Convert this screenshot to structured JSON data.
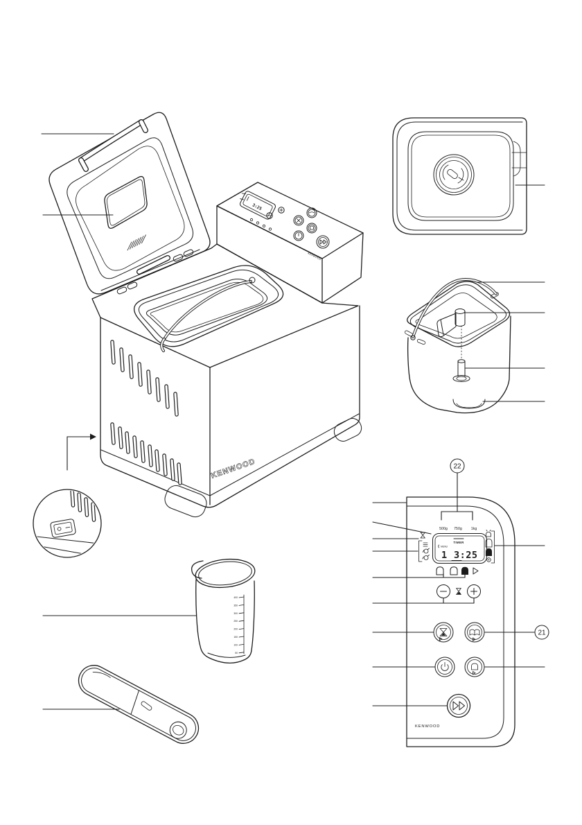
{
  "ink": "#1c1c1c",
  "machine": {
    "side_brand": "KENWOOD",
    "panel_brand": "KENWOOD",
    "display_time": "3:25"
  },
  "panel": {
    "ref_22": "22",
    "ref_21": "21",
    "weights": [
      "500g",
      "750g",
      "1kg"
    ],
    "display": {
      "timer_label": "TIMER",
      "menu_label": "MENU",
      "menu_value": "1",
      "time": "3:25"
    },
    "brand": "KENWOOD"
  },
  "cup": {
    "scale": [
      "400",
      "350",
      "300",
      "250",
      "200",
      "150",
      "100",
      "50"
    ]
  }
}
